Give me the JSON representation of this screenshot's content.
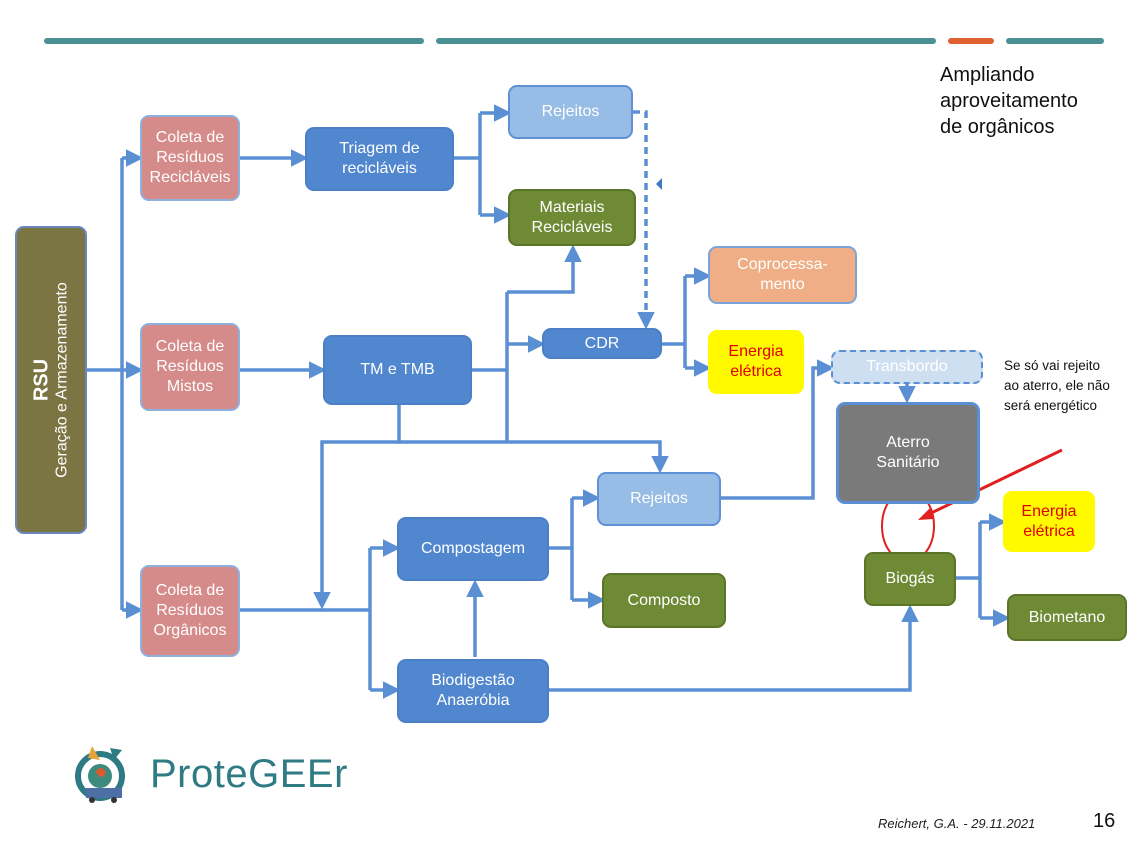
{
  "title": "Ampliando\naproveitamento\nde orgânicos",
  "colors": {
    "teal": "#4a8f92",
    "orange": "#e0602f",
    "flow": "#5b8fd3",
    "annotation": "#e02020"
  },
  "nodes": {
    "rsu": {
      "label": "RSU",
      "sublabel": "Geração e Armazenamento"
    },
    "coleta_reciclaveis": "Coleta de\nResíduos\nRecicláveis",
    "coleta_mistos": "Coleta de\nResíduos\nMistos",
    "coleta_organicos": "Coleta de\nResíduos\nOrgânicos",
    "triagem": "Triagem de\nrecicláveis",
    "rejeitos_top": "Rejeitos",
    "materiais_reciclaveis": "Materiais\nRecicláveis",
    "tm_tmb": "TM e TMB",
    "cdr": "CDR",
    "coprocessamento": "Coprocessa-\nmento",
    "energia_eletrica_1": "Energia\nelétrica",
    "transbordo": "Transbordo",
    "aterro": "Aterro\nSanitário",
    "rejeitos_mid": "Rejeitos",
    "compostagem": "Compostagem",
    "composto": "Composto",
    "biodigestao": "Biodigestão\nAnaeróbia",
    "biogas": "Biogás",
    "energia_eletrica_2": "Energia\nelétrica",
    "biometano": "Biometano"
  },
  "annotation": "Se só vai rejeito\nao aterro, ele não\nserá energético",
  "logo": {
    "name": "ProteGEEr",
    "icon": "protegeer-logo-icon"
  },
  "footer": {
    "author": "Reichert, G.A. - 29.11.2021",
    "page": "16"
  }
}
